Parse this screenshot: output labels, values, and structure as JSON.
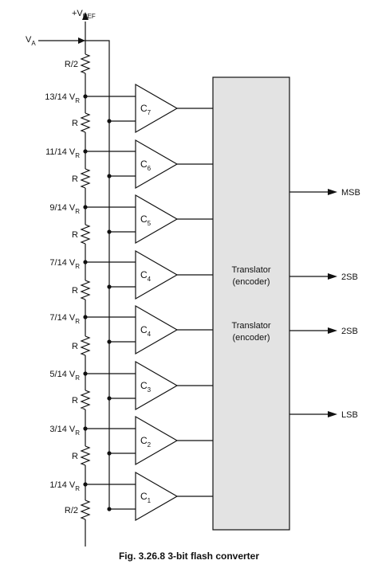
{
  "vref": {
    "main": "+V",
    "sub": "REF"
  },
  "va": {
    "main": "V",
    "sub": "A"
  },
  "resistors": [
    "R/2",
    "R",
    "R",
    "R",
    "R",
    "R",
    "R",
    "R",
    "R/2"
  ],
  "taps": [
    {
      "prefix": "13/14 V",
      "sub": "R"
    },
    {
      "prefix": "11/14 V",
      "sub": "R"
    },
    {
      "prefix": "9/14 V",
      "sub": "R"
    },
    {
      "prefix": "7/14 V",
      "sub": "R"
    },
    {
      "prefix": "7/14 V",
      "sub": "R"
    },
    {
      "prefix": "5/14 V",
      "sub": "R"
    },
    {
      "prefix": "3/14 V",
      "sub": "R"
    },
    {
      "prefix": "1/14 V",
      "sub": "R"
    }
  ],
  "comparators": [
    {
      "main": "C",
      "sub": "7"
    },
    {
      "main": "C",
      "sub": "6"
    },
    {
      "main": "C",
      "sub": "5"
    },
    {
      "main": "C",
      "sub": "4"
    },
    {
      "main": "C",
      "sub": "4"
    },
    {
      "main": "C",
      "sub": "3"
    },
    {
      "main": "C",
      "sub": "2"
    },
    {
      "main": "C",
      "sub": "1"
    }
  ],
  "blocks": [
    {
      "line1": "Translator",
      "line2": "(encoder)"
    },
    {
      "line1": "Translator",
      "line2": "(encoder)"
    }
  ],
  "outputs": [
    "MSB",
    "2SB",
    "2SB",
    "LSB"
  ],
  "caption": "Fig. 3.26.8 3-bit flash converter",
  "colors": {
    "block_fill": "#e3e3e3",
    "line": "#111111",
    "comparator_fill": "#ffffff"
  }
}
